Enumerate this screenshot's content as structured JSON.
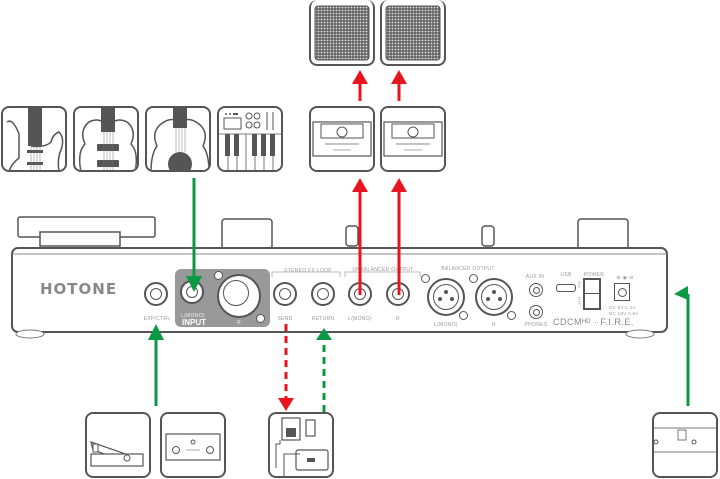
{
  "device": {
    "brand": "HOTONE",
    "model_logo": "CDCMᴴᴰ · F.I.R.E.",
    "panel": {
      "exp_ctrl_label": "EXP/CTRL",
      "input_mono_label": "L(MONO)",
      "input_label": "INPUT",
      "input_r_label": "R",
      "fx_loop_label": "STEREO FX LOOP",
      "send_label": "SEND",
      "return_label": "RETURN",
      "unbalanced_output_label": "UNBALANCED OUTPUT",
      "unbal_l_label": "L(MONO)",
      "unbal_r_label": "R",
      "balanced_output_label": "BALANCED OUTPUT",
      "bal_l_label": "L(MONO)",
      "bal_r_label": "R",
      "aux_in_label": "AUX IN",
      "phones_label": "PHONES",
      "usb_label": "USB",
      "power_label": "POWER",
      "power_on_label": "ON",
      "power_off_label": "OFF",
      "dc_spec_line1": "DC 9V-1.2A",
      "dc_spec_line2": "DC 18V-0.6A"
    }
  },
  "inputs": [
    {
      "name": "electric-guitar"
    },
    {
      "name": "bass-guitar"
    },
    {
      "name": "acoustic-guitar"
    },
    {
      "name": "keyboard"
    }
  ],
  "outputs": {
    "amps": [
      {
        "name": "amp-left"
      },
      {
        "name": "amp-right"
      }
    ],
    "cabinets": [
      {
        "name": "cabinet-left"
      },
      {
        "name": "cabinet-right"
      }
    ]
  },
  "peripherals": [
    {
      "name": "expression-pedal"
    },
    {
      "name": "footswitch"
    },
    {
      "name": "effect-pedals"
    },
    {
      "name": "power-supply"
    }
  ],
  "colors": {
    "input_signal": "#0a9a44",
    "output_signal": "#e8151f",
    "line": "#555555",
    "panel_highlight": "#999999"
  }
}
